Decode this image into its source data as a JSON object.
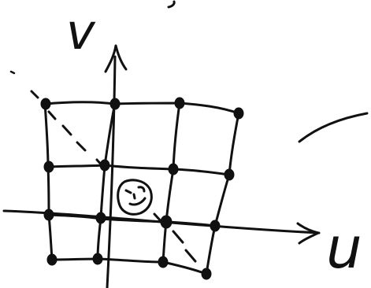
{
  "diagram": {
    "axes": {
      "horizontal_label": "u",
      "vertical_label": "v"
    },
    "mesh": {
      "rows": 4,
      "columns": 4,
      "node_count": 16,
      "marked_cell": "smiley-face"
    },
    "ink_color": "#111111"
  }
}
